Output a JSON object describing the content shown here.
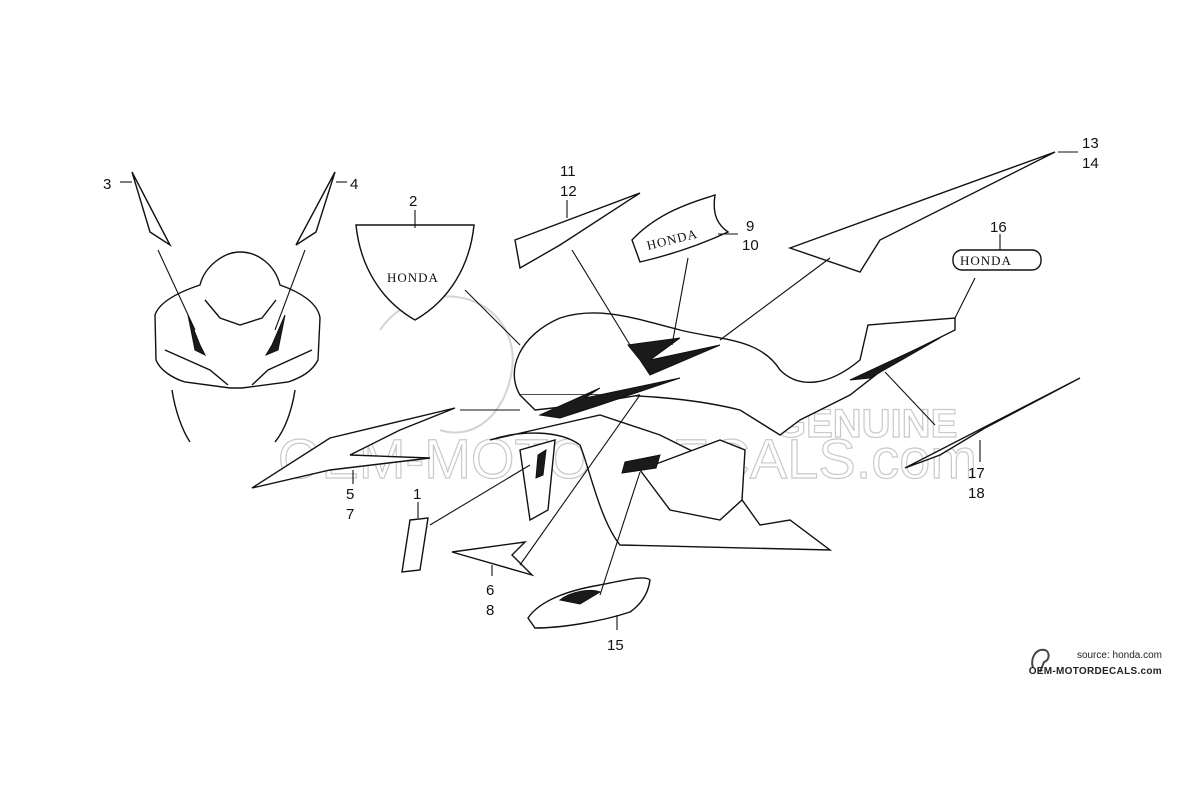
{
  "watermark": {
    "main": "OEM-MOTORDECALS.com",
    "genuine": "GENUINE"
  },
  "brand_text": {
    "honda_plate": "HONDA",
    "honda_wing": "HONDA",
    "honda_emblem": "HONDA"
  },
  "callouts": {
    "c1": "1",
    "c2": "2",
    "c3": "3",
    "c4": "4",
    "c5": "5",
    "c7": "7",
    "c6": "6",
    "c8": "8",
    "c9": "9",
    "c10": "10",
    "c11": "11",
    "c12": "12",
    "c13": "13",
    "c14": "14",
    "c15": "15",
    "c16": "16",
    "c17": "17",
    "c18": "18"
  },
  "footer": {
    "source": "source: honda.com",
    "site": "OEM-MOTORDECALS.com"
  }
}
